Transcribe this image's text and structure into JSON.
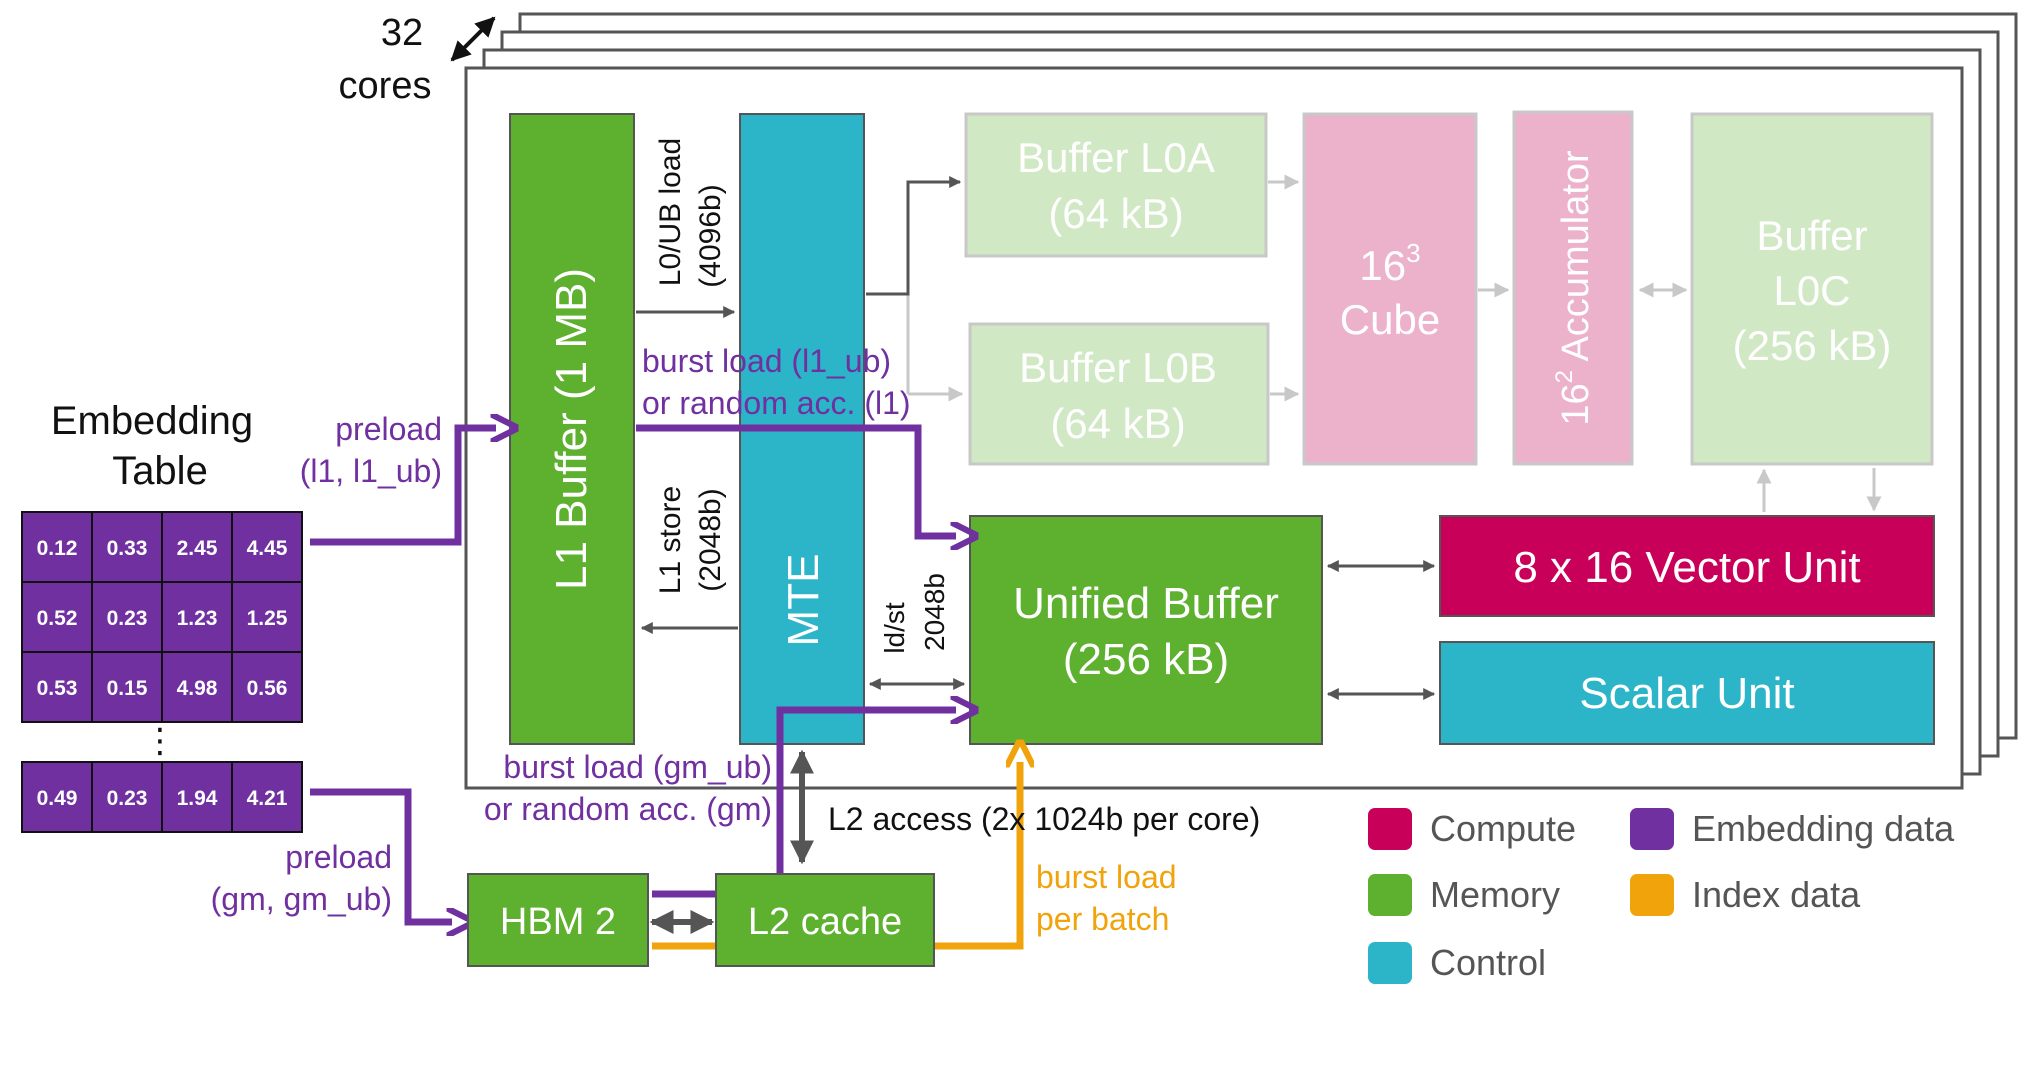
{
  "cores": {
    "count": "32",
    "label": "cores"
  },
  "blocks": {
    "l1_buffer": "L1 Buffer (1 MB)",
    "mte": "MTE",
    "l0a": {
      "line1": "Buffer L0A",
      "line2": "(64 kB)"
    },
    "l0b": {
      "line1": "Buffer L0B",
      "line2": "(64 kB)"
    },
    "cube": {
      "base": "16",
      "exp": "3",
      "line2": "Cube"
    },
    "accumulator": {
      "base": "16",
      "exp": "2",
      "rest": " Accumulator"
    },
    "l0c": {
      "line1": "Buffer",
      "line2": "L0C",
      "line3": "(256 kB)"
    },
    "unified_buffer": {
      "line1": "Unified Buffer",
      "line2": "(256 kB)"
    },
    "vector_unit": "8 x 16 Vector Unit",
    "scalar_unit": "Scalar Unit",
    "hbm": "HBM 2",
    "l2": "L2 cache"
  },
  "labels": {
    "l0ub_load_1": "L0/UB load",
    "l0ub_load_2": "(4096b)",
    "l1_store_1": "L1 store",
    "l1_store_2": "(2048b)",
    "ldst_1": "ld/st",
    "ldst_2": "2048b",
    "burst_l1_1": "burst load (l1_ub)",
    "burst_l1_2": "or random acc. (l1)",
    "preload_top_1": "preload",
    "preload_top_2": "(l1, l1_ub)",
    "burst_gm_1": "burst load (gm_ub)",
    "burst_gm_2": "or random acc. (gm)",
    "preload_bot_1": "preload",
    "preload_bot_2": "(gm, gm_ub)",
    "l2_access": "L2 access (2x 1024b per core)",
    "burst_batch_1": "burst load",
    "burst_batch_2": "per batch"
  },
  "embedding": {
    "title_1": "Embedding",
    "title_2": "Table",
    "rows": [
      [
        "0.12",
        "0.33",
        "2.45",
        "4.45"
      ],
      [
        "0.52",
        "0.23",
        "1.23",
        "1.25"
      ],
      [
        "0.53",
        "0.15",
        "4.98",
        "0.56"
      ]
    ],
    "ellipsis": "⋮",
    "last_row": [
      "0.49",
      "0.23",
      "1.94",
      "4.21"
    ]
  },
  "legend": [
    {
      "label": "Compute",
      "color": "#c8005a"
    },
    {
      "label": "Memory",
      "color": "#5eb02f"
    },
    {
      "label": "Control",
      "color": "#2cb4c8"
    },
    {
      "label": "Embedding data",
      "color": "#7030a0"
    },
    {
      "label": "Index data",
      "color": "#f0a30a"
    }
  ]
}
